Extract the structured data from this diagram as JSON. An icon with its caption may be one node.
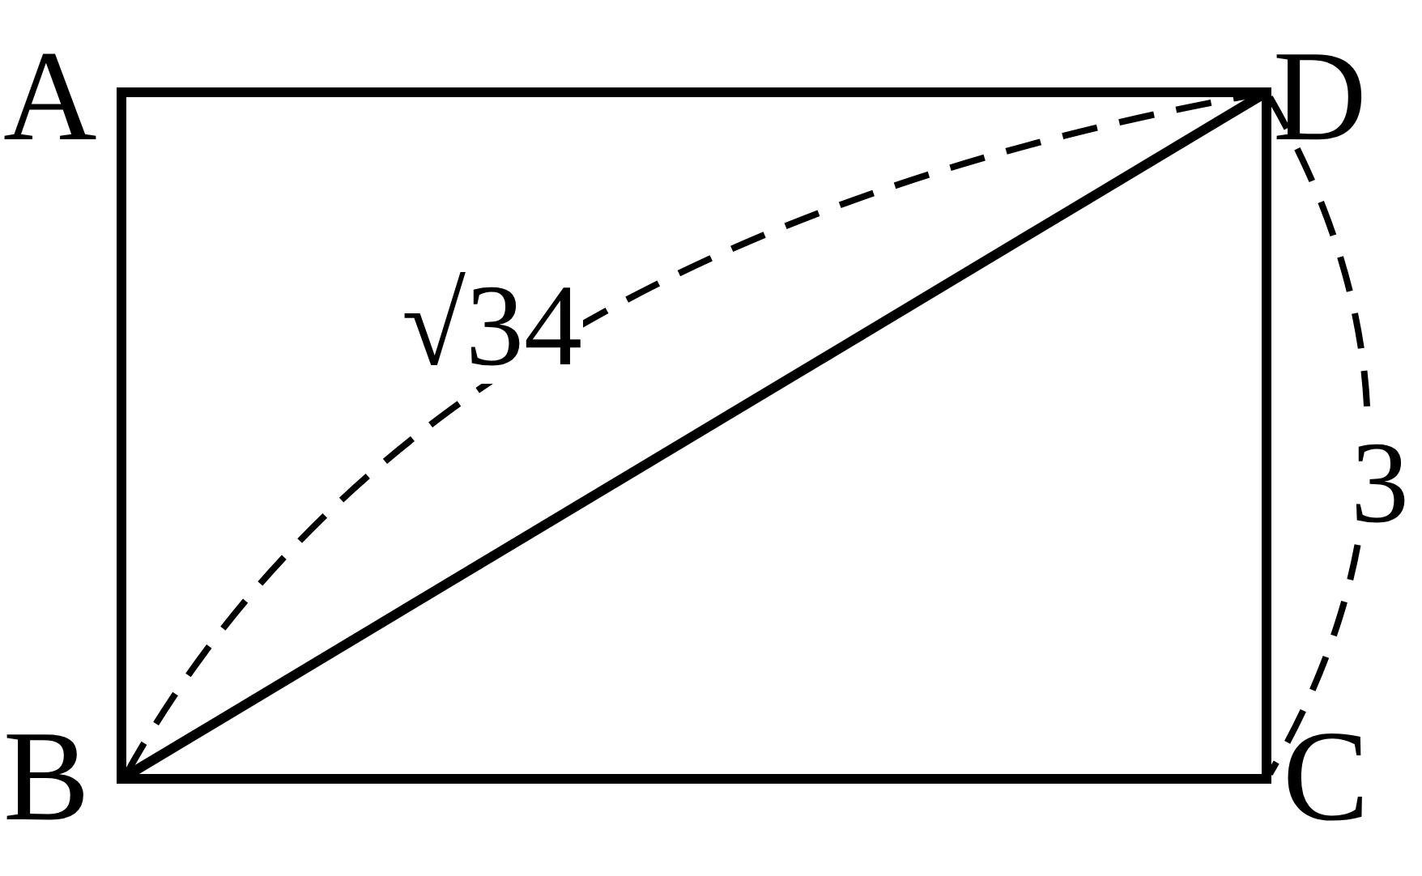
{
  "diagram": {
    "labels": [
      "A",
      "D",
      "√34",
      "3",
      "B",
      "C"
    ]
  }
}
